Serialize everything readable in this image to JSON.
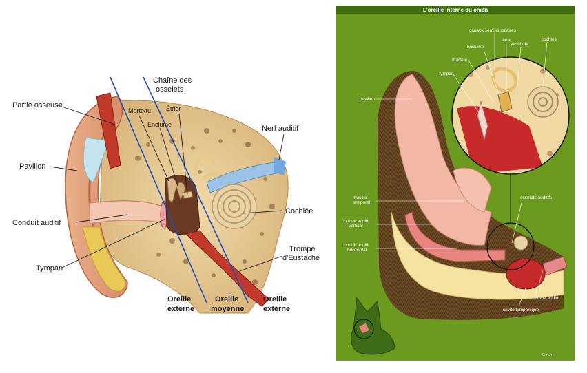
{
  "left": {
    "labels": {
      "partie_osseuse": "Partie osseuse",
      "pavillon": "Pavillon",
      "conduit_auditif": "Conduit auditif",
      "tympan": "Tympan",
      "chaine_osselets_1": "Chaîne des",
      "chaine_osselets_2": "osselets",
      "marteau": "Marteau",
      "enclume": "Enclume",
      "etrier": "Étrier",
      "nerf_auditif": "Nerf auditif",
      "cochlee": "Cochlée",
      "trompe_1": "Trompe",
      "trompe_2": "d'Eustache",
      "oreille_externe_1": "Oreille",
      "oreille_externe_2": "externe",
      "oreille_moyenne_1": "Oreille",
      "oreille_moyenne_2": "moyenne",
      "oreille_interne_1": "Oreille",
      "oreille_interne_2": "externe"
    }
  },
  "right": {
    "title": "L'oreille interne du chien",
    "labels": {
      "canaux": "canaux semi-circulaires",
      "etrier": "étrier",
      "enclume": "enclume",
      "vestibule": "vestibule",
      "cochlee": "cochlée",
      "marteau": "marteau",
      "tympan": "tympan",
      "pavillon": "pavillon",
      "muscle_1": "muscle",
      "muscle_2": "temporal",
      "conduit_v_1": "conduit auditif",
      "conduit_v_2": "vertical",
      "conduit_h_1": "conduit auditif",
      "conduit_h_2": "horizontal",
      "osselets": "osselets auditifs",
      "tube": "tube auditif",
      "cavite": "cavité tympanique"
    },
    "copyright": "© cat",
    "colors": {
      "bg": "#6b9a1e",
      "title_bar": "#3f6e12"
    }
  }
}
